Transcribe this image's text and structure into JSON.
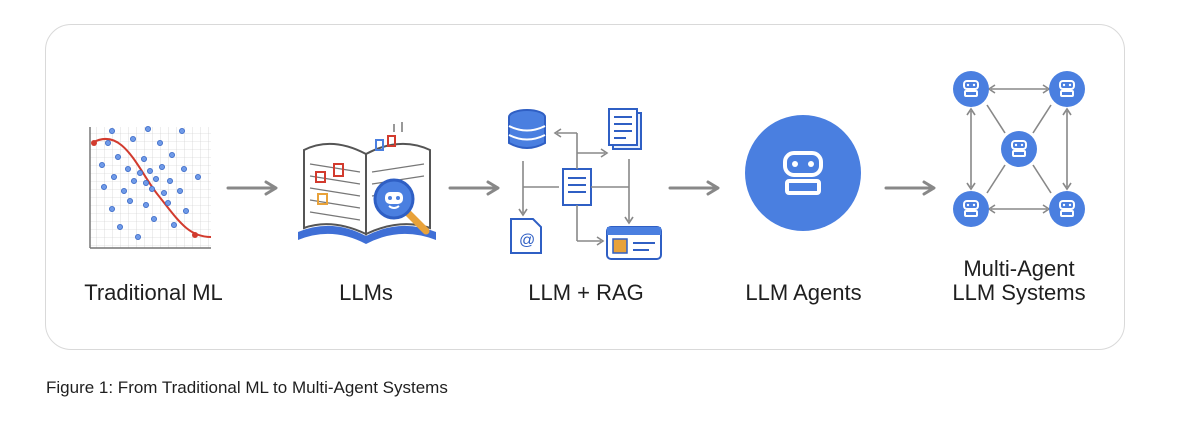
{
  "stages": [
    {
      "label": "Traditional ML"
    },
    {
      "label": "LLMs"
    },
    {
      "label": "LLM + RAG"
    },
    {
      "label": "LLM Agents"
    },
    {
      "label": "Multi-Agent\nLLM Systems"
    }
  ],
  "caption": "Figure 1: From Traditional ML to Multi-Agent Systems",
  "colors": {
    "accent_blue": "#4a7fe0",
    "arrow_gray": "#888888",
    "curve_red": "#d23b2e",
    "text_dark": "#1f1f1f",
    "border_gray": "#d9d9d9"
  },
  "icons": [
    "scatter-plot-icon",
    "open-book-icon",
    "magnifier-robot-icon",
    "database-icon",
    "document-icon",
    "email-icon",
    "id-card-icon",
    "robot-icon"
  ]
}
